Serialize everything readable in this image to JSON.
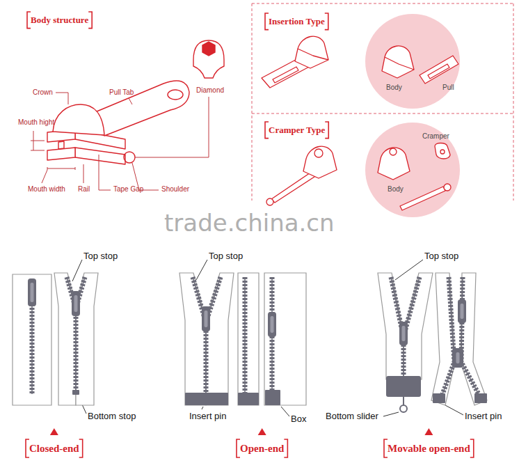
{
  "diagram": {
    "nodes": [
      {
        "text": [
          "Body",
          "Pull"
        ]
      },
      {
        "text": [
          "Cramper",
          "Body"
        ]
      }
    ],
    "labels": [
      "Body structure",
      "Crown",
      "Pull Tab",
      "Diamond",
      "Mouth hight",
      "Mouth width",
      "Rail",
      "Tape Gap",
      "Shoulder",
      "Insertion Type",
      "Cramper Type",
      "trade.china.cn",
      "Top stop",
      "Bottom stop",
      "Top stop",
      "Insert pin",
      "Box",
      "Top stop",
      "Bottom slider",
      "Insert pin",
      "Closed-end",
      "Open-end",
      "Movable open-end"
    ]
  }
}
